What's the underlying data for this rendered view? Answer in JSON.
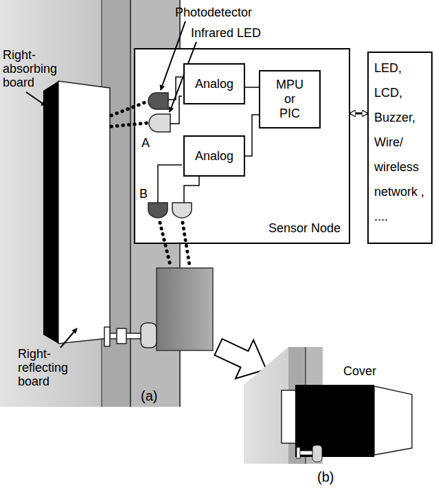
{
  "diagram": {
    "nodes": [
      {
        "text": [
          "Sensor Node"
        ]
      },
      {
        "text": [
          "Analog"
        ],
        "in": 0
      },
      {
        "text": [
          "Analog"
        ],
        "in": 0
      },
      {
        "text": [
          "MPU or PIC"
        ],
        "in": 0
      },
      {
        "text": [
          "LED, LCD, Buzzer, Wire/ wireless network , ...."
        ]
      }
    ],
    "edges": [
      {
        "from": 1,
        "to": 3,
        "arrow": "none"
      },
      {
        "from": 2,
        "to": 3,
        "arrow": "none"
      },
      {
        "from": 0,
        "to": 4,
        "arrow": "both"
      }
    ],
    "labels": [
      "Right- absorbing board",
      "Right- reflecting board",
      "Photodetector",
      "Infrared LED",
      "A",
      "B",
      "Cover",
      "(a)",
      "(b)"
    ]
  }
}
